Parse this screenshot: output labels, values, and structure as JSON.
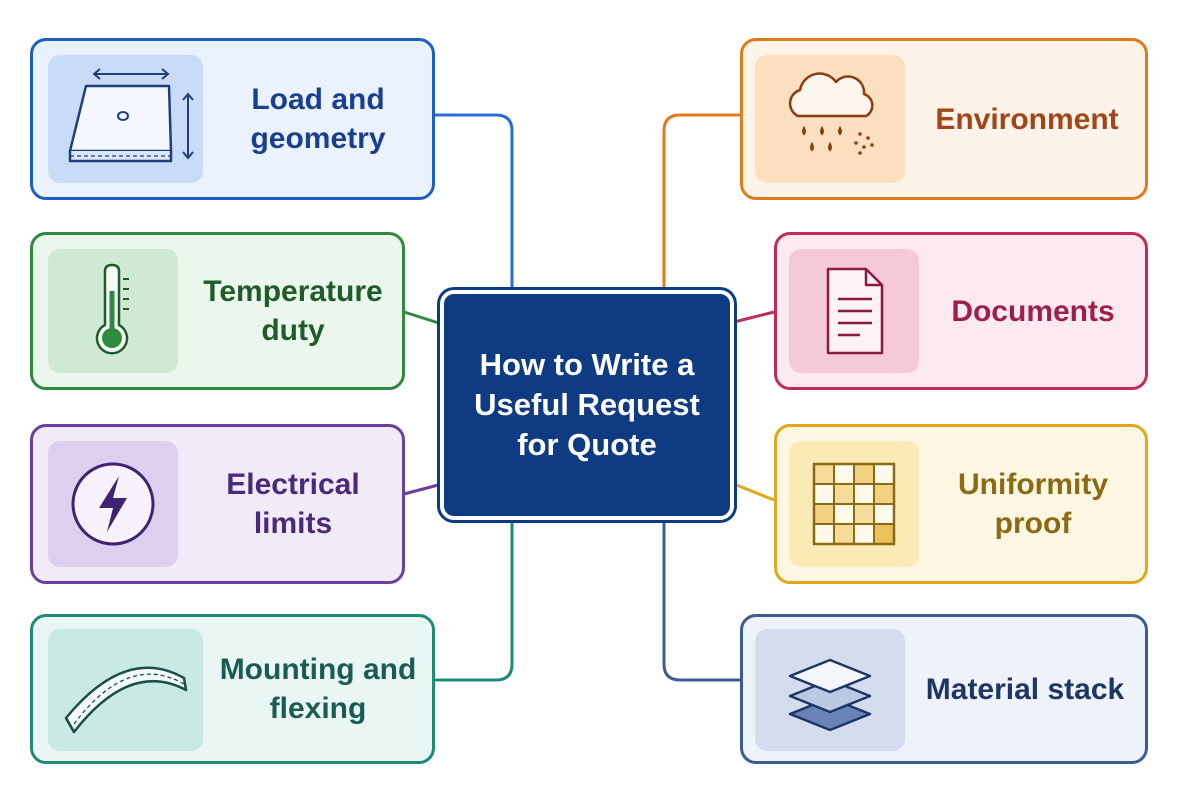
{
  "title": "How to Write a\nUseful Request\nfor Quote",
  "topics": [
    {
      "id": "load",
      "label": "Load and geometry",
      "icon": "panel-dimensions-icon",
      "color": "#1e5fc4"
    },
    {
      "id": "temperature",
      "label": "Temperature duty",
      "icon": "thermometer-icon",
      "color": "#2d8a3e"
    },
    {
      "id": "electrical",
      "label": "Electrical limits",
      "icon": "lightning-bolt-icon",
      "color": "#6b3fa0"
    },
    {
      "id": "mounting",
      "label": "Mounting and flexing",
      "icon": "flexible-strip-icon",
      "color": "#1d8a7a"
    },
    {
      "id": "environment",
      "label": "Environment",
      "icon": "rain-cloud-icon",
      "color": "#e07b1a"
    },
    {
      "id": "documents",
      "label": "Documents",
      "icon": "document-icon",
      "color": "#c22a5a"
    },
    {
      "id": "uniformity",
      "label": "Uniformity proof",
      "icon": "grid-icon",
      "color": "#e0a81a"
    },
    {
      "id": "material",
      "label": "Material stack",
      "icon": "layers-icon",
      "color": "#3b5b94"
    }
  ],
  "colors": {
    "center_fill": "#0f3b82",
    "load_text": "#1b3f8f",
    "temperature_text": "#1f5c2a",
    "electrical_text": "#4a2a7a",
    "mounting_text": "#1a5c54",
    "environment_text": "#a0461a",
    "documents_text": "#9e1f4a",
    "uniformity_text": "#8a6a12",
    "material_text": "#1f3563"
  }
}
